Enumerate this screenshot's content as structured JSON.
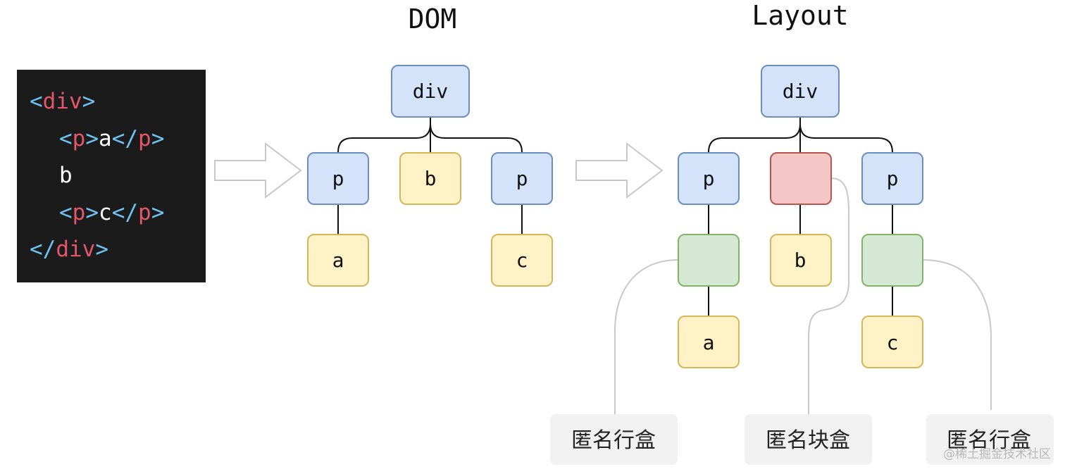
{
  "dom_title": "DOM",
  "layout_title": "Layout",
  "code": {
    "lines": [
      {
        "parts": [
          {
            "text": "<",
            "kind": "tag"
          },
          {
            "text": "div",
            "kind": "tname"
          },
          {
            "text": ">",
            "kind": "tag"
          }
        ]
      },
      {
        "parts": [
          {
            "text": "<",
            "kind": "tag"
          },
          {
            "text": "p",
            "kind": "tname"
          },
          {
            "text": ">",
            "kind": "tag"
          },
          {
            "text": "a",
            "kind": "txt"
          },
          {
            "text": "</",
            "kind": "tag"
          },
          {
            "text": "p",
            "kind": "tname"
          },
          {
            "text": ">",
            "kind": "tag"
          }
        ]
      },
      {
        "parts": [
          {
            "text": "b",
            "kind": "txt"
          }
        ]
      },
      {
        "parts": [
          {
            "text": "<",
            "kind": "tag"
          },
          {
            "text": "p",
            "kind": "tname"
          },
          {
            "text": ">",
            "kind": "tag"
          },
          {
            "text": "c",
            "kind": "txt"
          },
          {
            "text": "</",
            "kind": "tag"
          },
          {
            "text": "p",
            "kind": "tname"
          },
          {
            "text": ">",
            "kind": "tag"
          }
        ]
      },
      {
        "parts": [
          {
            "text": "</",
            "kind": "tag"
          },
          {
            "text": "div",
            "kind": "tname"
          },
          {
            "text": ">",
            "kind": "tag"
          }
        ]
      }
    ]
  },
  "dom_tree": {
    "root": "div",
    "level1": [
      "p",
      "b",
      "p"
    ],
    "level2": [
      "a",
      "c"
    ]
  },
  "layout_tree": {
    "root": "div",
    "level1": [
      "p",
      "",
      "p"
    ],
    "level2": [
      "",
      "b",
      ""
    ],
    "level3": [
      "a",
      "c"
    ]
  },
  "callouts": [
    "匿名行盒",
    "匿名块盒",
    "匿名行盒"
  ],
  "watermark": "@稀土掘金技术社区",
  "colors": {
    "code_bg": "#1b1b1b",
    "tag": "#6fc3f2",
    "tag_name": "#e4566a",
    "element_fill": "#d4e2fa",
    "element_stroke": "#6c8ebf",
    "text_fill": "#fff2c6",
    "text_stroke": "#d6b656",
    "anon_line_fill": "#d5e8d4",
    "anon_line_stroke": "#82b366",
    "anon_block_fill": "#f4c6c6",
    "anon_block_stroke": "#b85450",
    "callout_bg": "#f1f1f1"
  }
}
